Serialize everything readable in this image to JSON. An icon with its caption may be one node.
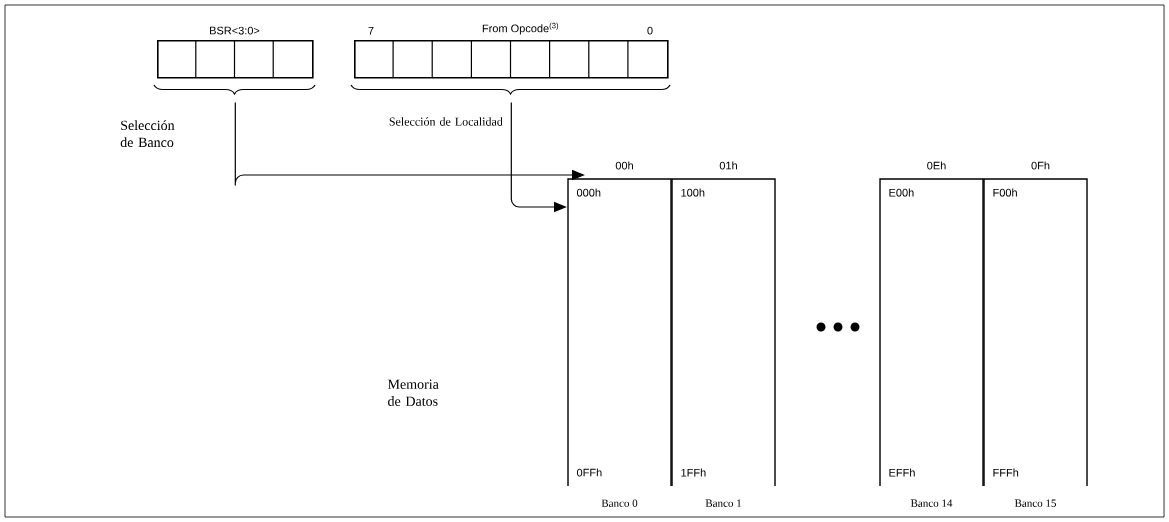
{
  "diagram": {
    "nodes": [
      {
        "text": [
          "BSR<3:0>"
        ]
      },
      {
        "text": [
          "7",
          "From Opcode$^{(3)}$",
          "0"
        ]
      },
      {
        "text": [
          "00h",
          "000h",
          "0FFh"
        ],
        "beside": [
          "Banco 0"
        ]
      },
      {
        "text": [
          "01h",
          "100h",
          "1FFh"
        ],
        "beside": [
          "Banco 1"
        ]
      },
      {
        "text": [
          "0Eh",
          "E00h",
          "EFFh"
        ],
        "beside": [
          "Banco 14"
        ]
      },
      {
        "text": [
          "0Fh",
          "F00h",
          "FFFh"
        ],
        "beside": [
          "Banco 15"
        ]
      }
    ],
    "edges": [
      {
        "from": 0,
        "to": 2,
        "arrow": "to",
        "label": "Selección de Banco"
      },
      {
        "from": 1,
        "to": 2,
        "arrow": "to",
        "label": "Selección de Localidad"
      }
    ],
    "labels": [
      "Memoria de Datos"
    ]
  }
}
